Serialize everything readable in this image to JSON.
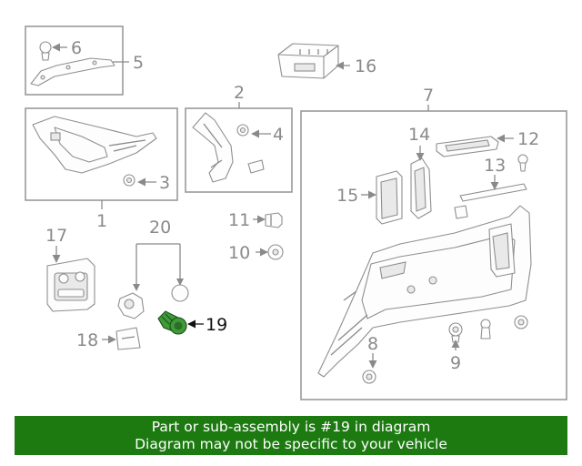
{
  "diagram": {
    "callouts": [
      "6",
      "5",
      "16",
      "2",
      "4",
      "7",
      "14",
      "12",
      "3",
      "1",
      "13",
      "15",
      "11",
      "20",
      "17",
      "10",
      "19",
      "18",
      "8",
      "9"
    ],
    "highlighted_callout": "19",
    "highlight_color": "#3f9a3a"
  },
  "banner": {
    "line1": "Part or sub-assembly is #19 in diagram",
    "line2": "Diagram may not be specific to your vehicle",
    "background": "#1c7a10"
  }
}
